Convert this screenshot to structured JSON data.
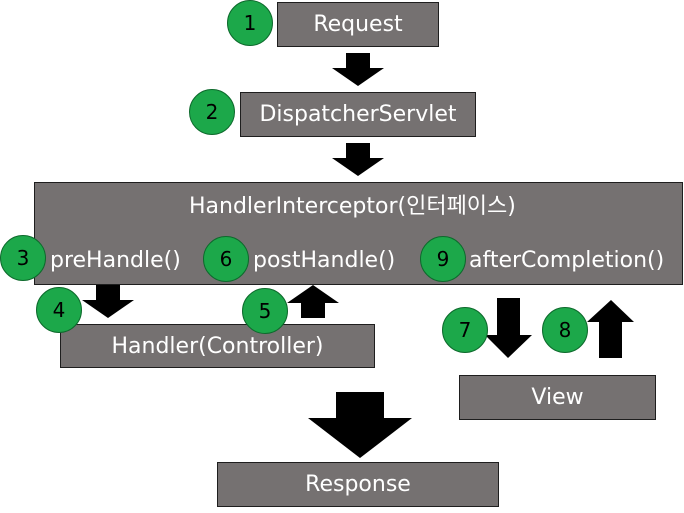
{
  "boxes": {
    "request": "Request",
    "dispatcher": "DispatcherServlet",
    "interceptor_title": "HandlerInterceptor(인터페이스)",
    "pre_handle": "preHandle()",
    "post_handle": "postHandle()",
    "after_completion": "afterCompletion()",
    "handler": "Handler(Controller)",
    "view": "View",
    "response": "Response"
  },
  "steps": [
    "1",
    "2",
    "3",
    "4",
    "5",
    "6",
    "7",
    "8",
    "9"
  ],
  "colors": {
    "box_fill": "#757171",
    "badge_fill": "#1ca84a",
    "arrow_fill": "#000000"
  }
}
